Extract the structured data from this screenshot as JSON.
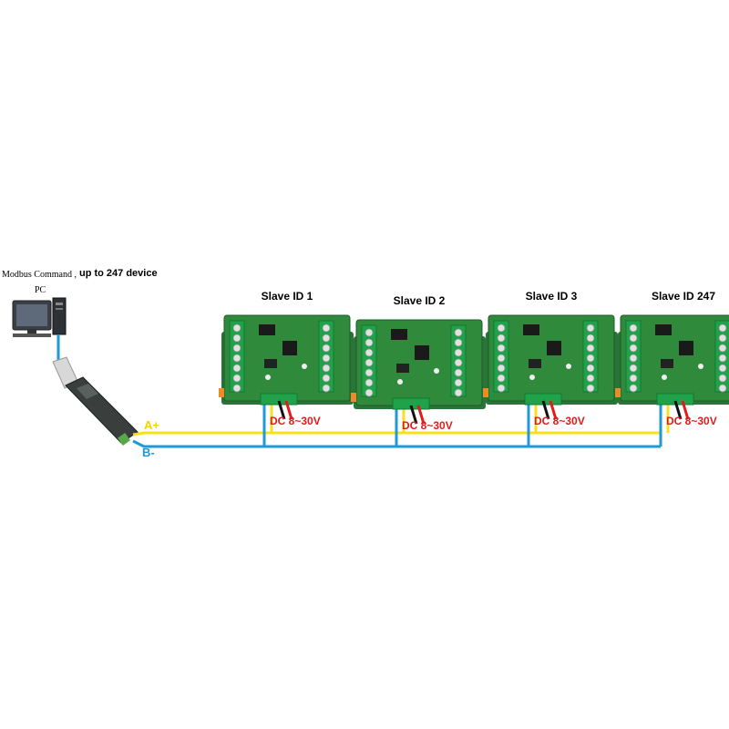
{
  "header": {
    "command_text": "Modbus Command ,",
    "capacity_text": "up to 247 device"
  },
  "host": {
    "label": "PC",
    "icon": "desktop-pc-icon"
  },
  "adapter": {
    "icon": "usb-rs485-adapter-icon"
  },
  "bus": {
    "a_label": "A+",
    "b_label": "B-",
    "a_color": "#f7e11a",
    "b_color": "#1f9ad6"
  },
  "slaves": [
    {
      "title": "Slave ID 1",
      "power": "DC 8~30V"
    },
    {
      "title": "Slave ID 2",
      "power": "DC 8~30V"
    },
    {
      "title": "Slave ID 3",
      "power": "DC 8~30V"
    },
    {
      "title": "Slave ID 247",
      "power": "DC 8~30V"
    }
  ],
  "colors": {
    "board": "#2f8a3c",
    "terminal": "#1fa24a",
    "power_text": "#e21b1b"
  }
}
